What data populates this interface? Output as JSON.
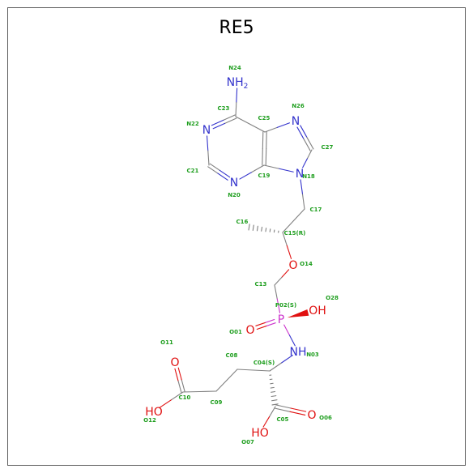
{
  "title": "RE5",
  "colors": {
    "carbon": "#808080",
    "nitrogen": "#3333cc",
    "oxygen": "#e01010",
    "phosphorus": "#cc33cc",
    "label": "#1e9e1e",
    "frame": "#5a5a5a"
  },
  "atoms": [
    {
      "id": "N24",
      "symbol": "NH",
      "sub": "2",
      "element": "N"
    },
    {
      "id": "C23",
      "element": "C"
    },
    {
      "id": "N22",
      "symbol": "N",
      "element": "N"
    },
    {
      "id": "C21",
      "element": "C"
    },
    {
      "id": "N20",
      "symbol": "N",
      "element": "N"
    },
    {
      "id": "C19",
      "element": "C"
    },
    {
      "id": "C25",
      "element": "C"
    },
    {
      "id": "N26",
      "symbol": "N",
      "element": "N"
    },
    {
      "id": "C27",
      "element": "C"
    },
    {
      "id": "N18",
      "symbol": "N",
      "element": "N"
    },
    {
      "id": "C17",
      "element": "C"
    },
    {
      "id": "C15(R)",
      "element": "C"
    },
    {
      "id": "C16",
      "element": "C"
    },
    {
      "id": "O14",
      "symbol": "O",
      "element": "O"
    },
    {
      "id": "C13",
      "element": "C"
    },
    {
      "id": "P02(S)",
      "symbol": "P",
      "element": "P"
    },
    {
      "id": "O28",
      "symbol": "OH",
      "element": "O"
    },
    {
      "id": "O01",
      "symbol": "O",
      "element": "O"
    },
    {
      "id": "N03",
      "symbol": "NH",
      "element": "N"
    },
    {
      "id": "C04(S)",
      "element": "C"
    },
    {
      "id": "C08",
      "element": "C"
    },
    {
      "id": "C09",
      "element": "C"
    },
    {
      "id": "C10",
      "element": "C"
    },
    {
      "id": "O11",
      "symbol": "O",
      "element": "O"
    },
    {
      "id": "O12",
      "symbol": "HO",
      "element": "O"
    },
    {
      "id": "C05",
      "element": "C"
    },
    {
      "id": "O06",
      "symbol": "O",
      "element": "O"
    },
    {
      "id": "O07",
      "symbol": "HO",
      "element": "O"
    }
  ]
}
